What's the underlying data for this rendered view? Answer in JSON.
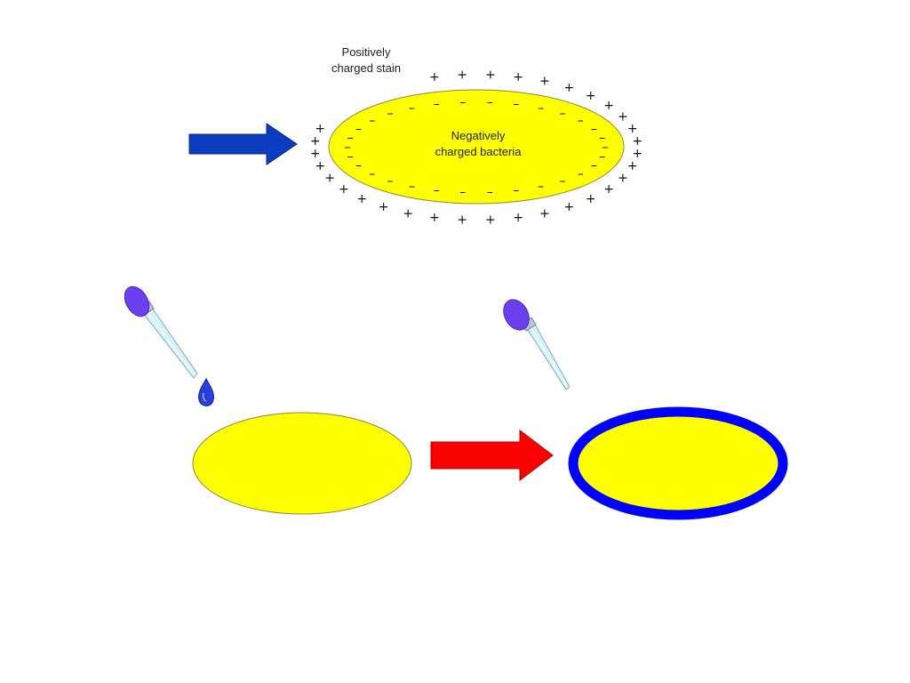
{
  "labels": {
    "stain_line1": "Positively",
    "stain_line2": "charged stain",
    "bacteria_line1": "Negatively",
    "bacteria_line2": "charged bacteria"
  },
  "symbols": {
    "positive": "+",
    "negative": "–"
  },
  "colors": {
    "cell_fill": "#ffff00",
    "cell_outline": "#8a8a3a",
    "stain_blue": "#0000ff",
    "process_arrow_blue": "#0a3dbd",
    "reaction_arrow_red": "#ff0000",
    "dropper_bulb": "#6a3ff0",
    "dropper_tube": "#d6f2fa",
    "stain_drop": "#2a3fd8"
  },
  "icons": {
    "dropper": "dropper-icon",
    "drop": "stain-drop-icon"
  }
}
